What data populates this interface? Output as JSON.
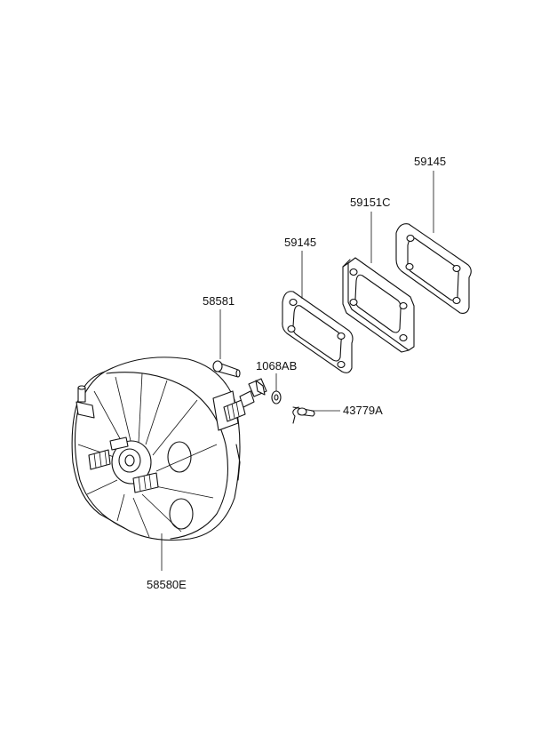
{
  "labels": {
    "gasket_rear": "59145",
    "spacer": "59151C",
    "gasket_front": "59145",
    "pin": "58581",
    "washer": "1068AB",
    "clip": "43779A",
    "booster": "58580E"
  },
  "colors": {
    "line": "#111111",
    "background": "#ffffff"
  }
}
